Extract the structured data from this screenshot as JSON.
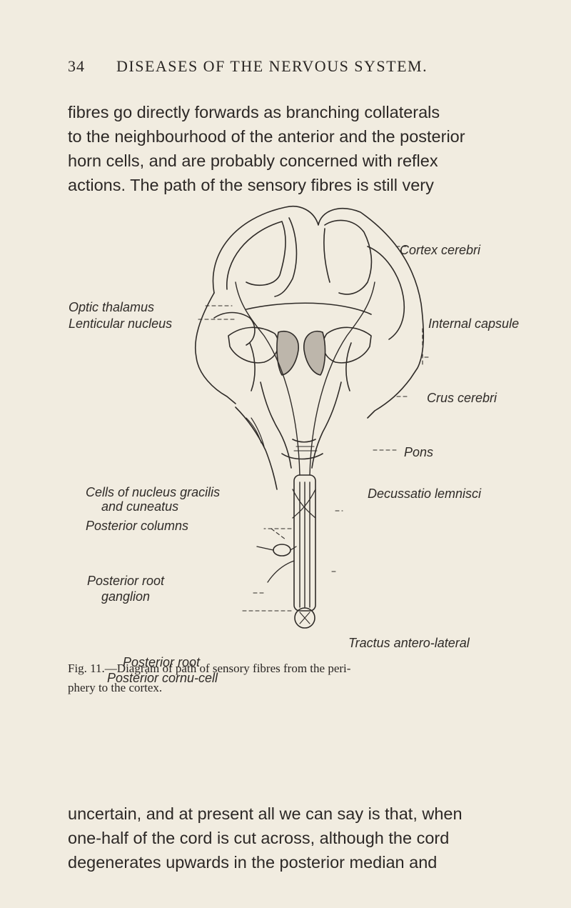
{
  "header": {
    "page_number": "34",
    "running_title": "DISEASES OF THE NERVOUS SYSTEM."
  },
  "paragraph_top": [
    "fibres go directly forwards as branching collaterals",
    "to the neighbourhood of the anterior and the posterior",
    "horn cells, and are probably concerned with reflex",
    "actions.  The path of the sensory fibres is still very"
  ],
  "figure": {
    "labels": {
      "cortex": "Cortex cerebri",
      "optic_thalamus": "Optic thalamus",
      "lenticular_nucleus": "Lenticular nucleus",
      "internal_capsule": "Internal capsule",
      "crus_cerebri": "Crus cerebri",
      "pons": "Pons",
      "cells_nucleus_1": "Cells of nucleus gracilis",
      "cells_nucleus_2": "and cuneatus",
      "decussatio": "Decussatio lemnisci",
      "posterior_columns": "Posterior columns",
      "posterior_root_ganglion_1": "Posterior root",
      "posterior_root_ganglion_2": "ganglion",
      "tractus": "Tractus antero-lateral",
      "posterior_root": "Posterior root",
      "posterior_cornu_cell": "Posterior cornu-cell"
    },
    "caption_line1": "Fig. 11.—Diagram of path of sensory fibres from the peri-",
    "caption_line2": "phery to the cortex."
  },
  "paragraph_bottom": [
    "uncertain, and at present all we can say is that, when",
    "one-half of the cord is cut across, although the cord",
    "degenerates upwards in the posterior median and"
  ]
}
